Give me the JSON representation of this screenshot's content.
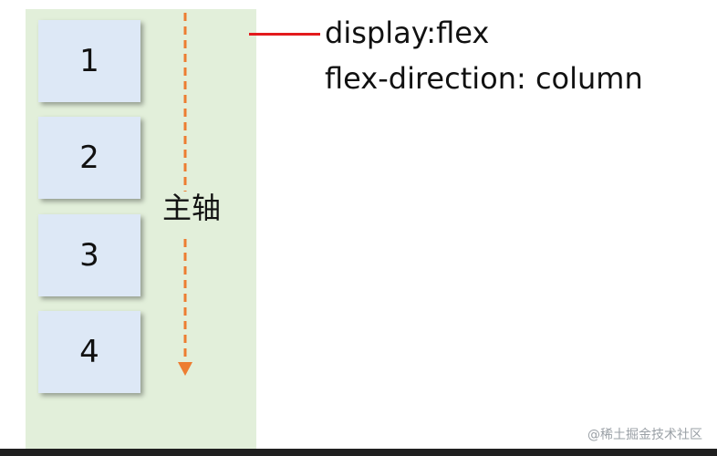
{
  "items": [
    "1",
    "2",
    "3",
    "4"
  ],
  "axis_label": "主轴",
  "css_lines": [
    "display:flex",
    "flex-direction: column"
  ],
  "watermark": "@稀土掘金技术社区",
  "colors": {
    "container": "#e2efda",
    "item": "#dde8f6",
    "axis_arrow": "#ed7d31",
    "leader_line": "#e31a1c"
  }
}
